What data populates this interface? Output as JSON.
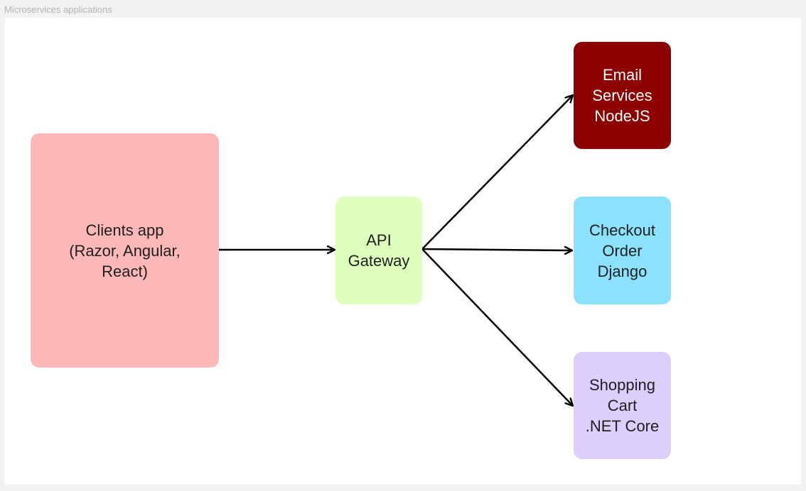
{
  "frame": {
    "title": "Microservices applications"
  },
  "colors": {
    "clients": "#ffb8b8",
    "gateway": "#dfffbd",
    "email": "#8c0000",
    "checkout": "#8ae2ff",
    "cart": "#dccefd",
    "edge": "#000000"
  },
  "nodes": {
    "clients": {
      "label": "Clients app\n(Razor, Angular,\nReact)"
    },
    "gateway": {
      "label": "API\nGateway"
    },
    "email": {
      "label": "Email\nServices\nNodeJS"
    },
    "checkout": {
      "label": "Checkout\nOrder\nDjango"
    },
    "cart": {
      "label": "Shopping\nCart\n.NET Core"
    }
  },
  "edges": [
    {
      "from": "clients",
      "to": "gateway"
    },
    {
      "from": "gateway",
      "to": "email"
    },
    {
      "from": "gateway",
      "to": "checkout"
    },
    {
      "from": "gateway",
      "to": "cart"
    }
  ]
}
